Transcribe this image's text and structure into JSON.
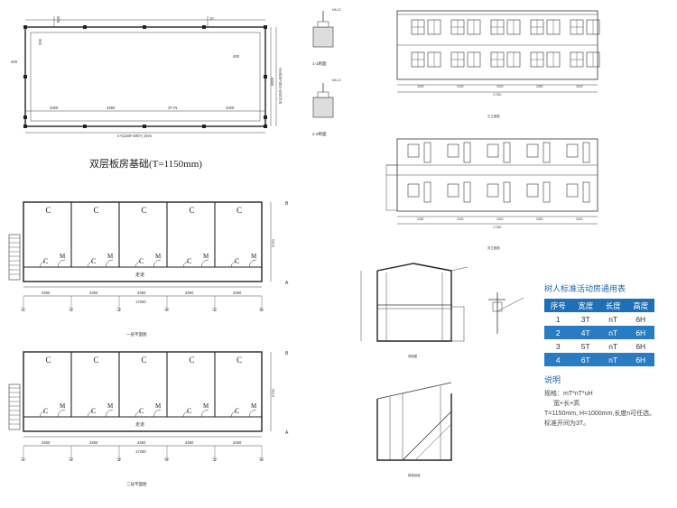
{
  "foundation": {
    "title": "双层板房基础(T=1150mm)",
    "dims": {
      "left_top": "800",
      "left_side": "400",
      "left_inner": "200",
      "right_inner": "400",
      "right_side": "5800",
      "right_formula": "5n(1150+150=50)mm",
      "bottom_formula": "n×(1150+200+( )mm",
      "spans": [
        "3325",
        "3450",
        "3T+N",
        "3325"
      ],
      "top_tick": "10"
    }
  },
  "sections": {
    "s1": {
      "label": "1-1断面",
      "note": "M6-22"
    },
    "s2": {
      "label": "2-2断面",
      "note": "M6-22"
    }
  },
  "elevation_front": {
    "caption": "正立面图",
    "dims": [
      "3450",
      "3400",
      "3400",
      "3450",
      "3400"
    ],
    "total": "17250"
  },
  "elevation_rear": {
    "caption": "背立面图",
    "dims": [
      "3450",
      "3400",
      "3400",
      "3450",
      "3400"
    ],
    "total": "17250"
  },
  "plan1": {
    "caption": "一层平面图",
    "room_label": "C",
    "door_label": "M",
    "corridor": "走道",
    "axis": [
      "①",
      "②",
      "③",
      "④",
      "⑤",
      "⑥"
    ],
    "side_axis": [
      "B",
      "A"
    ],
    "spans": [
      "3450",
      "3450",
      "3450",
      "3450",
      "3450"
    ],
    "total": "17250",
    "depth": "5750"
  },
  "plan2": {
    "caption": "二层平面图",
    "room_label": "C",
    "door_label": "M",
    "corridor": "走道",
    "axis": [
      "①",
      "②",
      "③",
      "④",
      "⑤",
      "⑥"
    ],
    "side_axis": [
      "B",
      "A"
    ],
    "spans": [
      "3450",
      "3450",
      "3450",
      "3450",
      "3450"
    ],
    "total": "17250",
    "depth": "5750"
  },
  "side_section": {
    "caption": "侧面图"
  },
  "stair_section": {
    "caption": "楼梯剖面"
  },
  "table": {
    "title": "树人标准活动房通用表",
    "headers": [
      "序号",
      "宽度",
      "长度",
      "高度"
    ],
    "rows": [
      [
        "1",
        "3T",
        "nT",
        "6H"
      ],
      [
        "2",
        "4T",
        "nT",
        "6H"
      ],
      [
        "3",
        "5T",
        "nT",
        "6H"
      ],
      [
        "4",
        "6T",
        "nT",
        "6H"
      ]
    ]
  },
  "notes": {
    "title": "说明",
    "lines": [
      "规格：mT*nT*uH",
      "宽×长×高",
      "T=1150mm, H=1000mm,长度n可任选。",
      "标准开间为3T。"
    ]
  }
}
